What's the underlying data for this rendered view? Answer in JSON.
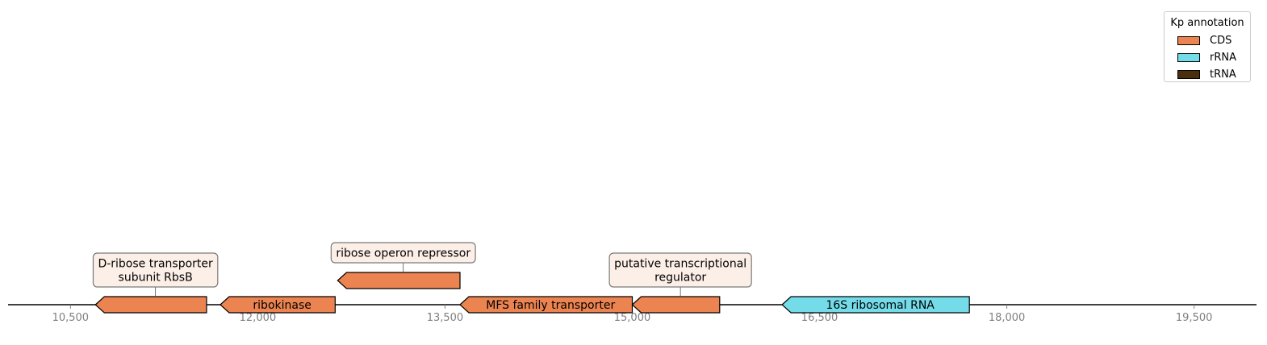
{
  "axis": {
    "range": [
      10000,
      20000
    ],
    "ticks": [
      {
        "value": 10500,
        "label": "10,500"
      },
      {
        "value": 12000,
        "label": "12,000"
      },
      {
        "value": 13500,
        "label": "13,500"
      },
      {
        "value": 15000,
        "label": "15,000"
      },
      {
        "value": 16500,
        "label": "16,500"
      },
      {
        "value": 18000,
        "label": "18,000"
      },
      {
        "value": 19500,
        "label": "19,500"
      }
    ],
    "tick_color": "#808080"
  },
  "legend": {
    "title": "Kp annotation",
    "items": [
      {
        "label": "CDS",
        "color": "#EC8451"
      },
      {
        "label": "rRNA",
        "color": "#74DCE9"
      },
      {
        "label": "tRNA",
        "color": "#4A2F0E"
      }
    ]
  },
  "features": [
    {
      "id": "rbsB",
      "start": 10700,
      "end": 11590,
      "strand": -1,
      "level": 0,
      "type": "CDS",
      "inner_label": "",
      "callout": [
        "D-ribose transporter",
        "subunit RbsB"
      ]
    },
    {
      "id": "rbsK",
      "start": 11700,
      "end": 12620,
      "strand": -1,
      "level": 0,
      "type": "CDS",
      "inner_label": "ribokinase",
      "callout": []
    },
    {
      "id": "rbsR",
      "start": 12640,
      "end": 13620,
      "strand": -1,
      "level": 1,
      "type": "CDS",
      "inner_label": "",
      "callout": [
        "ribose operon repressor"
      ]
    },
    {
      "id": "mfs",
      "start": 13620,
      "end": 15000,
      "strand": -1,
      "level": 0,
      "type": "CDS",
      "inner_label": "MFS family transporter",
      "callout": []
    },
    {
      "id": "reg",
      "start": 15000,
      "end": 15700,
      "strand": -1,
      "level": 0,
      "type": "CDS",
      "inner_label": "",
      "callout": [
        "putative transcriptional",
        "regulator"
      ]
    },
    {
      "id": "16s",
      "start": 16200,
      "end": 17700,
      "strand": -1,
      "level": 0,
      "type": "rRNA",
      "inner_label": "16S ribosomal RNA",
      "callout": []
    }
  ]
}
